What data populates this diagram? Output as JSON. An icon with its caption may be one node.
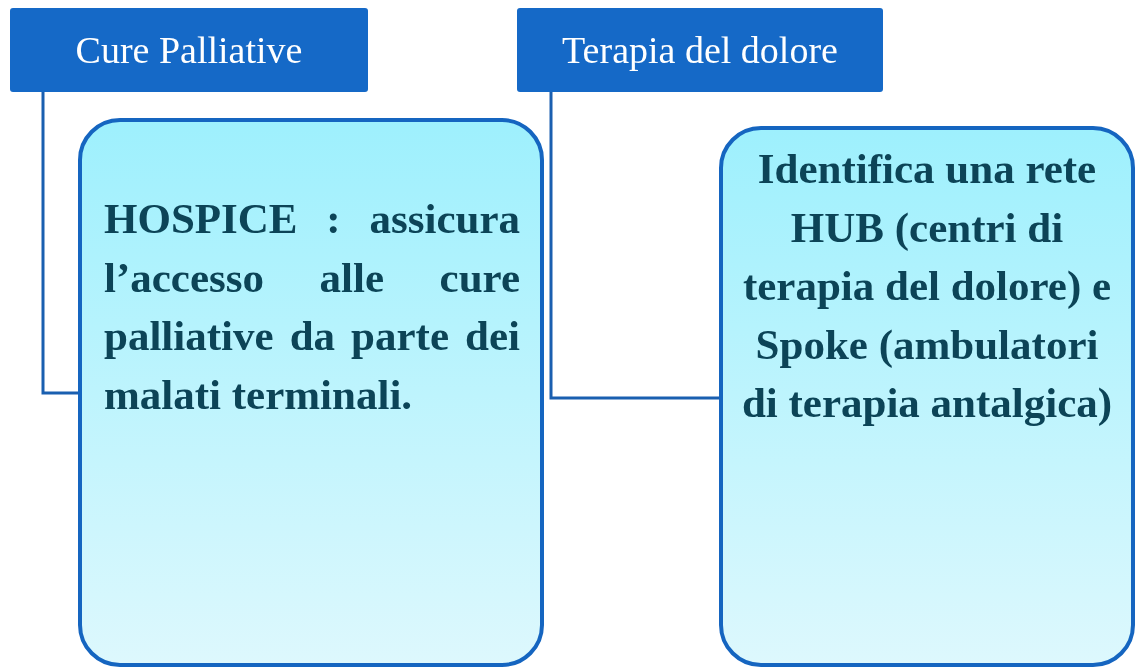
{
  "diagram": {
    "nodes": [
      {
        "text": [
          "Cure Palliative"
        ]
      },
      {
        "text": [
          "HOSPICE : assicura l’accesso alle cure palliative da parte dei malati terminali."
        ]
      },
      {
        "text": [
          "Terapia del dolore"
        ]
      },
      {
        "text": [
          "Identifica una rete HUB (centri di terapia del dolore) e Spoke (ambulatori di terapia antalgica)"
        ]
      }
    ],
    "edges": [
      {
        "from": 0,
        "to": 1,
        "arrow": "none"
      },
      {
        "from": 2,
        "to": 3,
        "arrow": "none"
      }
    ]
  }
}
